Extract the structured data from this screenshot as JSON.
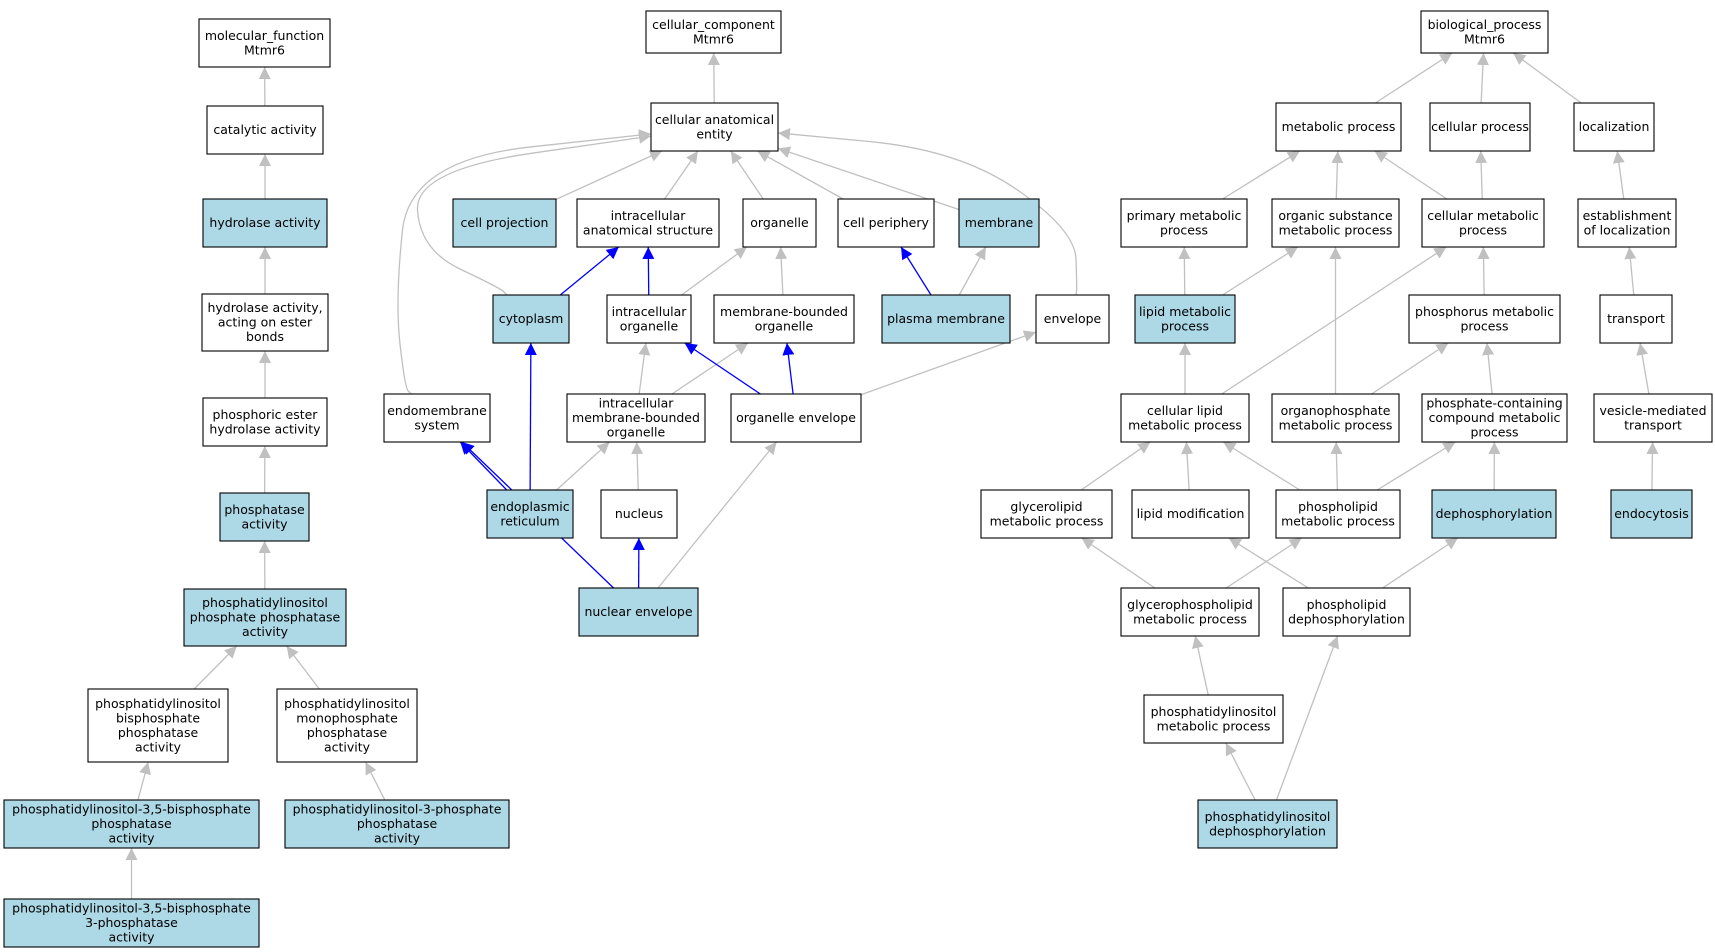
{
  "colors": {
    "highlight_fill": "#add8e6",
    "plain_fill": "#ffffff",
    "edge_gray": "#c0c0c0",
    "edge_blue": "#0000ff",
    "border": "#000000"
  },
  "nodes": [
    {
      "id": "mf",
      "lines": [
        "molecular_function",
        "Mtmr6"
      ],
      "highlight": false
    },
    {
      "id": "catalytic",
      "lines": [
        "catalytic activity"
      ],
      "highlight": false
    },
    {
      "id": "hydrolase",
      "lines": [
        "hydrolase activity"
      ],
      "highlight": true
    },
    {
      "id": "hydrolase_ester",
      "lines": [
        "hydrolase activity,",
        "acting on ester",
        "bonds"
      ],
      "highlight": false
    },
    {
      "id": "phosphoric_ester",
      "lines": [
        "phosphoric ester",
        "hydrolase activity"
      ],
      "highlight": false
    },
    {
      "id": "phosphatase",
      "lines": [
        "phosphatase",
        "activity"
      ],
      "highlight": true
    },
    {
      "id": "pip_phosphatase",
      "lines": [
        "phosphatidylinositol",
        "phosphate phosphatase",
        "activity"
      ],
      "highlight": true
    },
    {
      "id": "pi_bisphosphate",
      "lines": [
        "phosphatidylinositol",
        "bisphosphate",
        "phosphatase",
        "activity"
      ],
      "highlight": false
    },
    {
      "id": "pi_monophosphate",
      "lines": [
        "phosphatidylinositol",
        "monophosphate",
        "phosphatase",
        "activity"
      ],
      "highlight": false
    },
    {
      "id": "pi35",
      "lines": [
        "phosphatidylinositol-3,5-bisphosphate",
        "phosphatase",
        "activity"
      ],
      "highlight": true
    },
    {
      "id": "pi3p",
      "lines": [
        "phosphatidylinositol-3-phosphate",
        "phosphatase",
        "activity"
      ],
      "highlight": true
    },
    {
      "id": "pi35_3p",
      "lines": [
        "phosphatidylinositol-3,5-bisphosphate",
        "3-phosphatase",
        "activity"
      ],
      "highlight": true
    },
    {
      "id": "cc",
      "lines": [
        "cellular_component",
        "Mtmr6"
      ],
      "highlight": false
    },
    {
      "id": "cae",
      "lines": [
        "cellular anatomical",
        "entity"
      ],
      "highlight": false
    },
    {
      "id": "cell_projection",
      "lines": [
        "cell projection"
      ],
      "highlight": true
    },
    {
      "id": "ias",
      "lines": [
        "intracellular",
        "anatomical structure"
      ],
      "highlight": false
    },
    {
      "id": "organelle",
      "lines": [
        "organelle"
      ],
      "highlight": false
    },
    {
      "id": "cell_periphery",
      "lines": [
        "cell periphery"
      ],
      "highlight": false
    },
    {
      "id": "membrane",
      "lines": [
        "membrane"
      ],
      "highlight": true
    },
    {
      "id": "cytoplasm",
      "lines": [
        "cytoplasm"
      ],
      "highlight": true
    },
    {
      "id": "intra_org",
      "lines": [
        "intracellular",
        "organelle"
      ],
      "highlight": false
    },
    {
      "id": "mb_org",
      "lines": [
        "membrane-bounded",
        "organelle"
      ],
      "highlight": false
    },
    {
      "id": "plasma_membrane",
      "lines": [
        "plasma membrane"
      ],
      "highlight": true
    },
    {
      "id": "envelope",
      "lines": [
        "envelope"
      ],
      "highlight": false
    },
    {
      "id": "endomembrane",
      "lines": [
        "endomembrane",
        "system"
      ],
      "highlight": false
    },
    {
      "id": "imbo",
      "lines": [
        "intracellular",
        "membrane-bounded",
        "organelle"
      ],
      "highlight": false
    },
    {
      "id": "org_env",
      "lines": [
        "organelle envelope"
      ],
      "highlight": false
    },
    {
      "id": "er",
      "lines": [
        "endoplasmic",
        "reticulum"
      ],
      "highlight": true
    },
    {
      "id": "nucleus",
      "lines": [
        "nucleus"
      ],
      "highlight": false
    },
    {
      "id": "nuc_env",
      "lines": [
        "nuclear envelope"
      ],
      "highlight": true
    },
    {
      "id": "bp",
      "lines": [
        "biological_process",
        "Mtmr6"
      ],
      "highlight": false
    },
    {
      "id": "metabolic",
      "lines": [
        "metabolic process"
      ],
      "highlight": false
    },
    {
      "id": "cellular_process",
      "lines": [
        "cellular process"
      ],
      "highlight": false
    },
    {
      "id": "localization",
      "lines": [
        "localization"
      ],
      "highlight": false
    },
    {
      "id": "primary_met",
      "lines": [
        "primary metabolic",
        "process"
      ],
      "highlight": false
    },
    {
      "id": "org_sub_met",
      "lines": [
        "organic substance",
        "metabolic process"
      ],
      "highlight": false
    },
    {
      "id": "cell_met",
      "lines": [
        "cellular metabolic",
        "process"
      ],
      "highlight": false
    },
    {
      "id": "est_loc",
      "lines": [
        "establishment",
        "of localization"
      ],
      "highlight": false
    },
    {
      "id": "lipid_met",
      "lines": [
        "lipid metabolic",
        "process"
      ],
      "highlight": true
    },
    {
      "id": "phosphorus_met",
      "lines": [
        "phosphorus metabolic",
        "process"
      ],
      "highlight": false
    },
    {
      "id": "transport",
      "lines": [
        "transport"
      ],
      "highlight": false
    },
    {
      "id": "cell_lipid_met",
      "lines": [
        "cellular lipid",
        "metabolic process"
      ],
      "highlight": false
    },
    {
      "id": "organophosphate",
      "lines": [
        "organophosphate",
        "metabolic process"
      ],
      "highlight": false
    },
    {
      "id": "phosphate_cont",
      "lines": [
        "phosphate-containing",
        "compound metabolic",
        "process"
      ],
      "highlight": false
    },
    {
      "id": "vesicle_transport",
      "lines": [
        "vesicle-mediated",
        "transport"
      ],
      "highlight": false
    },
    {
      "id": "glycerolipid",
      "lines": [
        "glycerolipid",
        "metabolic process"
      ],
      "highlight": false
    },
    {
      "id": "lipid_mod",
      "lines": [
        "lipid modification"
      ],
      "highlight": false
    },
    {
      "id": "phospholipid_met",
      "lines": [
        "phospholipid",
        "metabolic process"
      ],
      "highlight": false
    },
    {
      "id": "dephosphorylation",
      "lines": [
        "dephosphorylation"
      ],
      "highlight": true
    },
    {
      "id": "endocytosis",
      "lines": [
        "endocytosis"
      ],
      "highlight": true
    },
    {
      "id": "glycerophospholipid",
      "lines": [
        "glycerophospholipid",
        "metabolic process"
      ],
      "highlight": false
    },
    {
      "id": "phospholipid_deph",
      "lines": [
        "phospholipid",
        "dephosphorylation"
      ],
      "highlight": false
    },
    {
      "id": "pi_met",
      "lines": [
        "phosphatidylinositol",
        "metabolic process"
      ],
      "highlight": false
    },
    {
      "id": "pi_deph",
      "lines": [
        "phosphatidylinositol",
        "dephosphorylation"
      ],
      "highlight": true
    }
  ],
  "edges": [
    {
      "from": "catalytic",
      "to": "mf",
      "color": "gray"
    },
    {
      "from": "hydrolase",
      "to": "catalytic",
      "color": "gray"
    },
    {
      "from": "hydrolase_ester",
      "to": "hydrolase",
      "color": "gray"
    },
    {
      "from": "phosphoric_ester",
      "to": "hydrolase_ester",
      "color": "gray"
    },
    {
      "from": "phosphatase",
      "to": "phosphoric_ester",
      "color": "gray"
    },
    {
      "from": "pip_phosphatase",
      "to": "phosphatase",
      "color": "gray"
    },
    {
      "from": "pi_bisphosphate",
      "to": "pip_phosphatase",
      "color": "gray"
    },
    {
      "from": "pi_monophosphate",
      "to": "pip_phosphatase",
      "color": "gray"
    },
    {
      "from": "pi35",
      "to": "pi_bisphosphate",
      "color": "gray"
    },
    {
      "from": "pi3p",
      "to": "pi_monophosphate",
      "color": "gray"
    },
    {
      "from": "pi35_3p",
      "to": "pi35",
      "color": "gray"
    },
    {
      "from": "cae",
      "to": "cc",
      "color": "gray"
    },
    {
      "from": "cell_projection",
      "to": "cae",
      "color": "gray"
    },
    {
      "from": "ias",
      "to": "cae",
      "color": "gray"
    },
    {
      "from": "organelle",
      "to": "cae",
      "color": "gray"
    },
    {
      "from": "cell_periphery",
      "to": "cae",
      "color": "gray"
    },
    {
      "from": "membrane",
      "to": "cae",
      "color": "gray"
    },
    {
      "from": "cytoplasm",
      "to": "cae",
      "color": "gray"
    },
    {
      "from": "endomembrane",
      "to": "cae",
      "color": "gray"
    },
    {
      "from": "envelope",
      "to": "cae",
      "color": "gray"
    },
    {
      "from": "cytoplasm",
      "to": "ias",
      "color": "blue"
    },
    {
      "from": "intra_org",
      "to": "ias",
      "color": "blue"
    },
    {
      "from": "intra_org",
      "to": "organelle",
      "color": "gray"
    },
    {
      "from": "mb_org",
      "to": "organelle",
      "color": "gray"
    },
    {
      "from": "plasma_membrane",
      "to": "cell_periphery",
      "color": "blue"
    },
    {
      "from": "plasma_membrane",
      "to": "membrane",
      "color": "gray"
    },
    {
      "from": "imbo",
      "to": "intra_org",
      "color": "gray"
    },
    {
      "from": "imbo",
      "to": "mb_org",
      "color": "gray"
    },
    {
      "from": "org_env",
      "to": "intra_org",
      "color": "blue"
    },
    {
      "from": "org_env",
      "to": "mb_org",
      "color": "blue"
    },
    {
      "from": "org_env",
      "to": "envelope",
      "color": "gray"
    },
    {
      "from": "er",
      "to": "cytoplasm",
      "color": "blue"
    },
    {
      "from": "er",
      "to": "endomembrane",
      "color": "blue"
    },
    {
      "from": "er",
      "to": "imbo",
      "color": "gray"
    },
    {
      "from": "nucleus",
      "to": "imbo",
      "color": "gray"
    },
    {
      "from": "nuc_env",
      "to": "nucleus",
      "color": "blue"
    },
    {
      "from": "nuc_env",
      "to": "endomembrane",
      "color": "blue"
    },
    {
      "from": "nuc_env",
      "to": "org_env",
      "color": "gray"
    },
    {
      "from": "metabolic",
      "to": "bp",
      "color": "gray"
    },
    {
      "from": "cellular_process",
      "to": "bp",
      "color": "gray"
    },
    {
      "from": "localization",
      "to": "bp",
      "color": "gray"
    },
    {
      "from": "primary_met",
      "to": "metabolic",
      "color": "gray"
    },
    {
      "from": "org_sub_met",
      "to": "metabolic",
      "color": "gray"
    },
    {
      "from": "cell_met",
      "to": "metabolic",
      "color": "gray"
    },
    {
      "from": "cell_met",
      "to": "cellular_process",
      "color": "gray"
    },
    {
      "from": "est_loc",
      "to": "localization",
      "color": "gray"
    },
    {
      "from": "lipid_met",
      "to": "primary_met",
      "color": "gray"
    },
    {
      "from": "lipid_met",
      "to": "org_sub_met",
      "color": "gray"
    },
    {
      "from": "phosphorus_met",
      "to": "cell_met",
      "color": "gray"
    },
    {
      "from": "transport",
      "to": "est_loc",
      "color": "gray"
    },
    {
      "from": "cell_lipid_met",
      "to": "lipid_met",
      "color": "gray"
    },
    {
      "from": "cell_lipid_met",
      "to": "cell_met",
      "color": "gray"
    },
    {
      "from": "organophosphate",
      "to": "org_sub_met",
      "color": "gray"
    },
    {
      "from": "organophosphate",
      "to": "phosphorus_met",
      "color": "gray"
    },
    {
      "from": "phosphate_cont",
      "to": "phosphorus_met",
      "color": "gray"
    },
    {
      "from": "vesicle_transport",
      "to": "transport",
      "color": "gray"
    },
    {
      "from": "glycerolipid",
      "to": "cell_lipid_met",
      "color": "gray"
    },
    {
      "from": "lipid_mod",
      "to": "cell_lipid_met",
      "color": "gray"
    },
    {
      "from": "phospholipid_met",
      "to": "cell_lipid_met",
      "color": "gray"
    },
    {
      "from": "phospholipid_met",
      "to": "organophosphate",
      "color": "gray"
    },
    {
      "from": "phospholipid_met",
      "to": "phosphate_cont",
      "color": "gray"
    },
    {
      "from": "dephosphorylation",
      "to": "phosphate_cont",
      "color": "gray"
    },
    {
      "from": "endocytosis",
      "to": "vesicle_transport",
      "color": "gray"
    },
    {
      "from": "glycerophospholipid",
      "to": "glycerolipid",
      "color": "gray"
    },
    {
      "from": "glycerophospholipid",
      "to": "phospholipid_met",
      "color": "gray"
    },
    {
      "from": "phospholipid_deph",
      "to": "lipid_mod",
      "color": "gray"
    },
    {
      "from": "phospholipid_deph",
      "to": "dephosphorylation",
      "color": "gray"
    },
    {
      "from": "pi_met",
      "to": "glycerophospholipid",
      "color": "gray"
    },
    {
      "from": "pi_deph",
      "to": "pi_met",
      "color": "gray"
    },
    {
      "from": "pi_deph",
      "to": "phospholipid_deph",
      "color": "gray"
    }
  ]
}
